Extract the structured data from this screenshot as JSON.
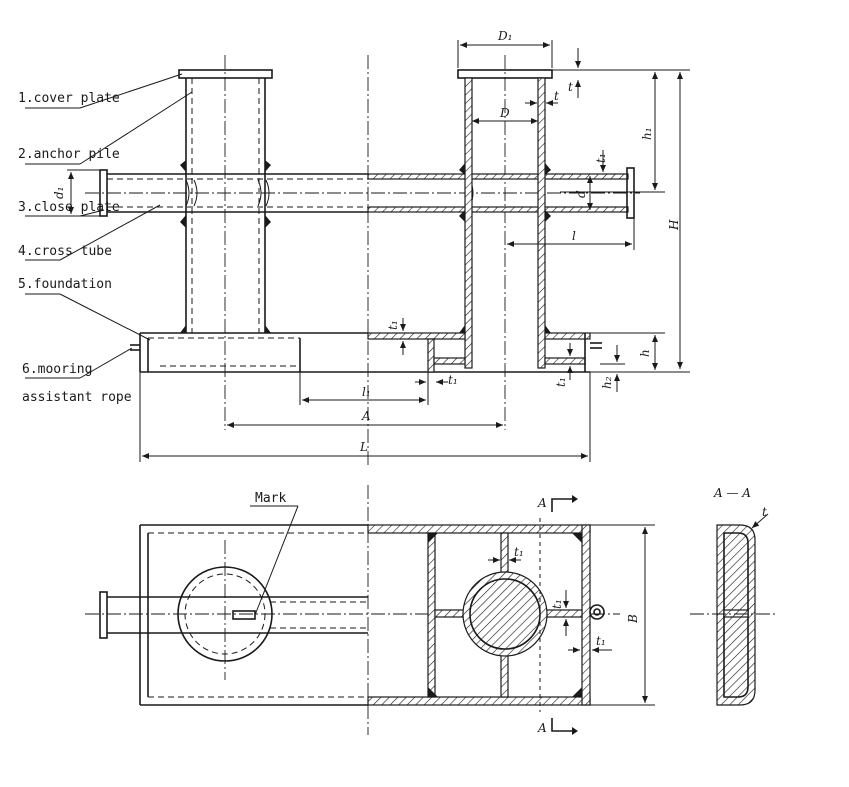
{
  "labels": {
    "cover_plate": "1.cover plate",
    "anchor_pile": "2.anchor pile",
    "close_plate": "3.close plate",
    "cross_tube": "4.cross tube",
    "foundation": "5.foundation",
    "mooring": "6.mooring",
    "assistant_rope": "assistant rope",
    "mark": "Mark"
  },
  "dims": {
    "D1": "D₁",
    "D": "D",
    "t": "t",
    "h1": "h₁",
    "H": "H",
    "d": "d",
    "d1": "d₁",
    "l": "l",
    "h": "h",
    "h2": "h₂",
    "t1": "t₁",
    "l1": "l₁",
    "A": "A",
    "L": "L",
    "B": "B"
  },
  "section": {
    "title": "A — A",
    "marker": "A"
  }
}
